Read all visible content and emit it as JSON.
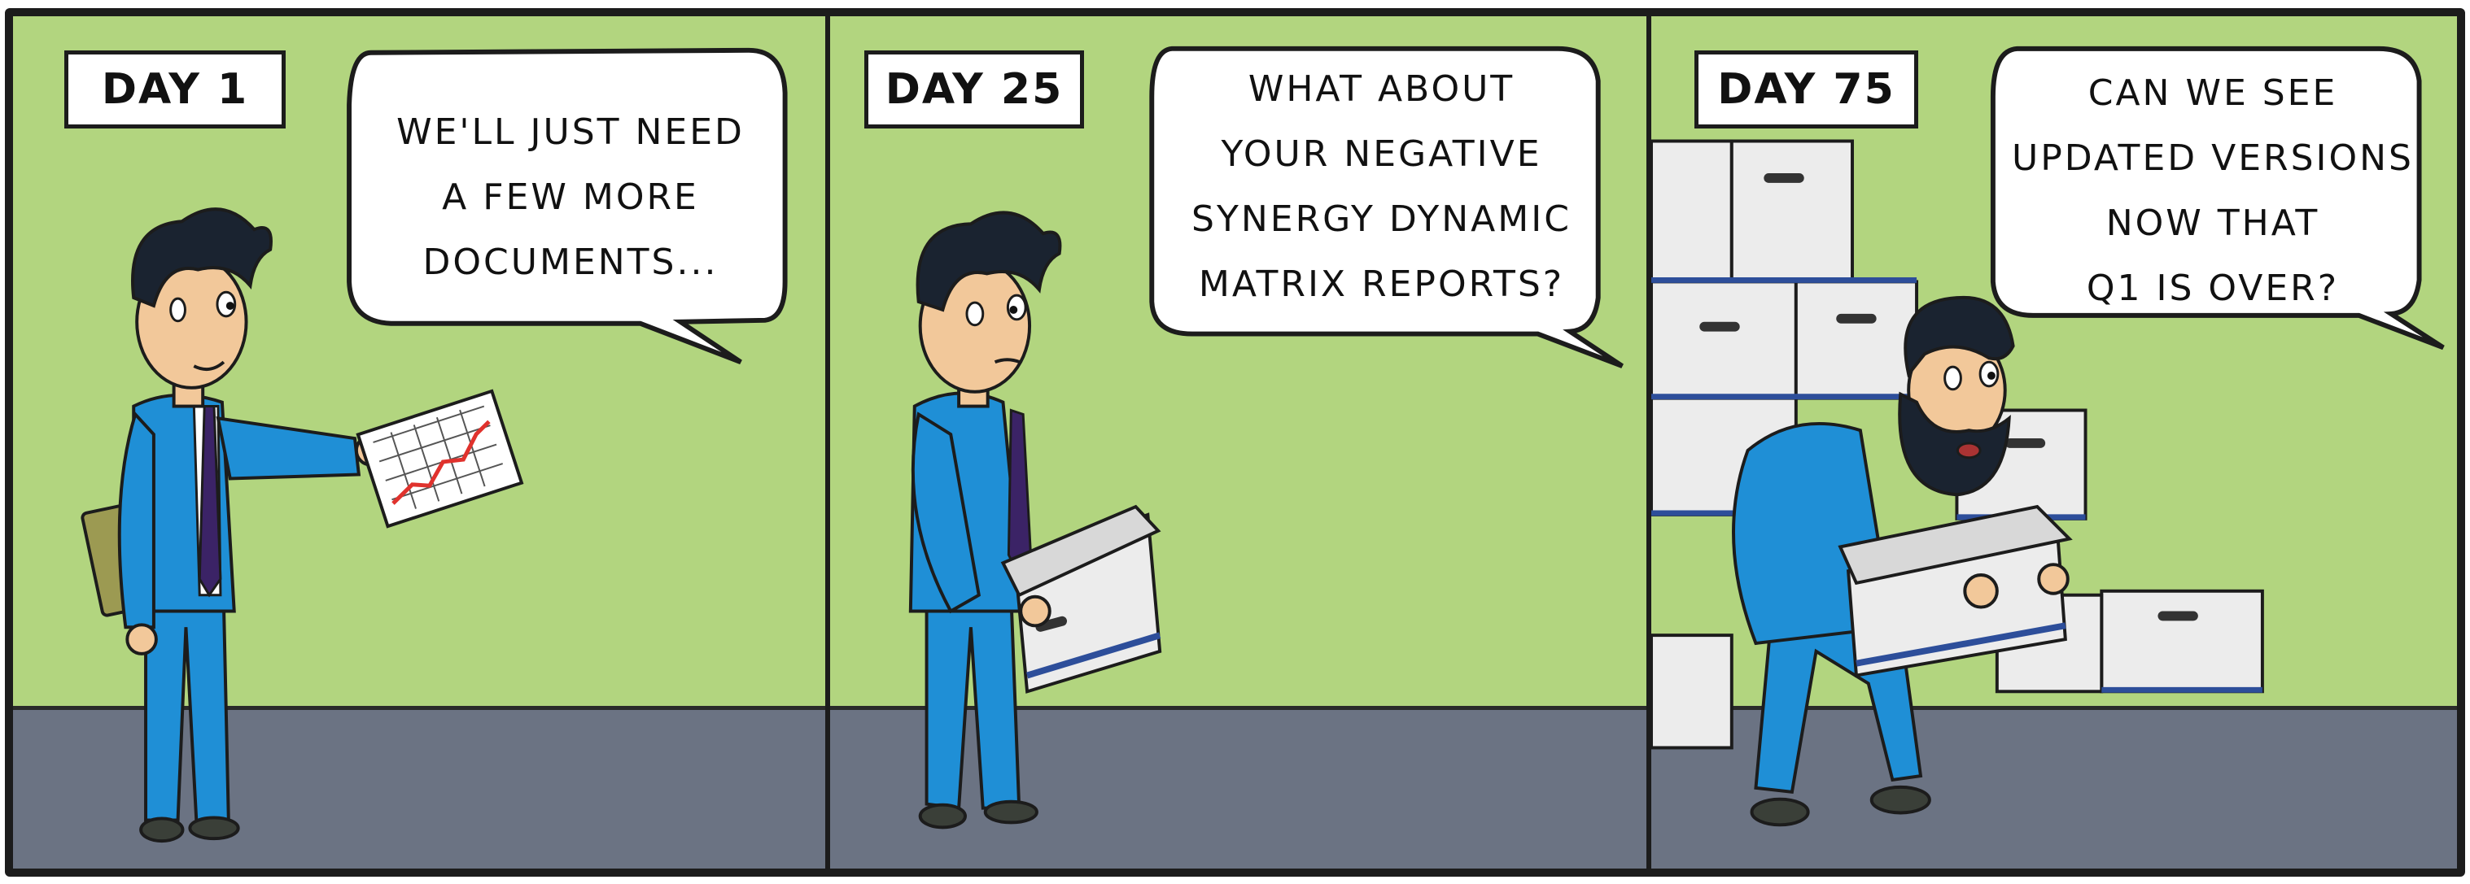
{
  "panels": [
    {
      "day_label": "DAY 1",
      "speech_lines": [
        "WE'LL JUST NEED",
        "A FEW MORE",
        "DOCUMENTS..."
      ]
    },
    {
      "day_label": "DAY 25",
      "speech_lines": [
        "WHAT ABOUT",
        "YOUR NEGATIVE",
        "SYNERGY DYNAMIC",
        "MATRIX REPORTS?"
      ]
    },
    {
      "day_label": "DAY 75",
      "speech_lines": [
        "CAN WE SEE",
        "UPDATED VERSIONS",
        "NOW THAT",
        "Q1 IS OVER?"
      ]
    }
  ],
  "colors": {
    "wall": "#b2d57f",
    "floor": "#6b7383",
    "suit": "#1f8fd6",
    "skin": "#f2c89a",
    "hair": "#1a2330",
    "tie": "#3b2366",
    "box": "#ececec",
    "box_stripe": "#2d4e9a"
  }
}
